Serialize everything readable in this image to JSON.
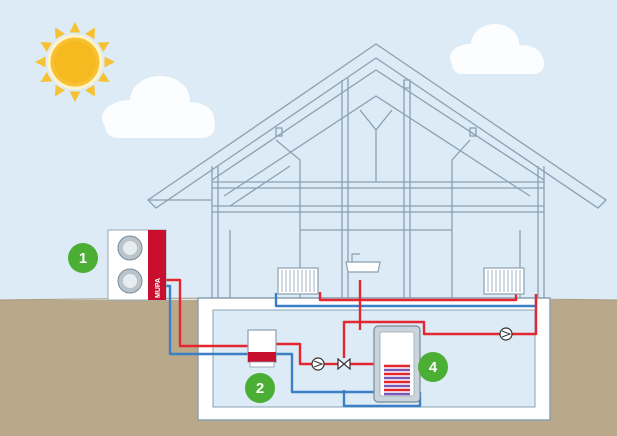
{
  "colors": {
    "sky": "#dcebf5",
    "ground": "#b9a98a",
    "house_line": "#8aa0b4",
    "hot_pipe": "#e3262f",
    "cold_pipe": "#3b7fc4",
    "badge": "#4caf35",
    "sun": "#f7c133",
    "brand_red": "#c8102e"
  },
  "heat_pump": {
    "brand": "MUPA",
    "icon": "fan-units-icon"
  },
  "badges": [
    {
      "id": "heat-pump",
      "number": "1"
    },
    {
      "id": "boiler",
      "number": "2"
    },
    {
      "id": "storage-tank",
      "number": "4"
    }
  ],
  "icons": [
    "sun-icon",
    "cloud-icon",
    "radiator-icon",
    "sink-icon",
    "pump-icon",
    "valve-icon",
    "boiler-icon",
    "tank-icon"
  ]
}
